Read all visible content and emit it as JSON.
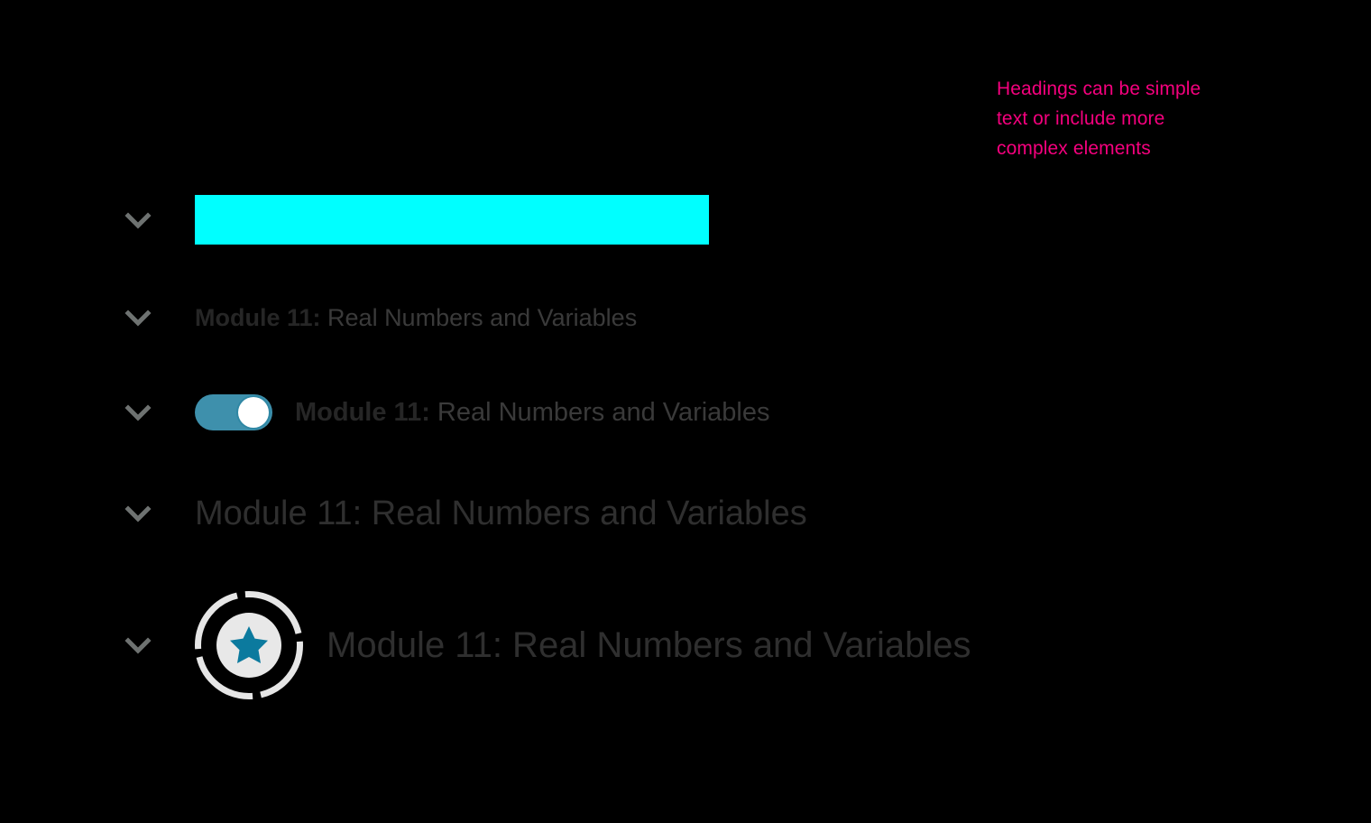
{
  "annotation": {
    "lines": [
      "Headings can be simple",
      "text or include more",
      "complex elements"
    ],
    "color": "#f5007e"
  },
  "colors": {
    "background": "#000000",
    "redaction_bar": "#00ffff",
    "toggle_on": "#3e90ac",
    "toggle_knob": "#ffffff",
    "badge_ring": "#e6e6e6",
    "badge_inner_circle": "#e8e8e8",
    "star": "#0b7a9e",
    "chevron": "#6e7271",
    "text_strong": "#262626",
    "text_normal": "#3a3a3a"
  },
  "rows": [
    {
      "id": "row-redacted",
      "chevron_icon": "chevron-down-icon",
      "content_type": "redaction-bar",
      "label": ""
    },
    {
      "id": "row-text-small",
      "chevron_icon": "chevron-down-icon",
      "content_type": "text",
      "label_strong": "Module 11:",
      "label_normal": " Real Numbers and Variables"
    },
    {
      "id": "row-toggle",
      "chevron_icon": "chevron-down-icon",
      "content_type": "toggle-and-text",
      "toggle_state": "on",
      "label_strong": "Module 11:",
      "label_normal": " Real Numbers and Variables"
    },
    {
      "id": "row-text-large",
      "chevron_icon": "chevron-down-icon",
      "content_type": "text",
      "label": "Module 11: Real Numbers and Variables"
    },
    {
      "id": "row-badge",
      "chevron_icon": "chevron-down-icon",
      "content_type": "badge-and-text",
      "badge_icon": "star-badge-icon",
      "label": "Module 11: Real Numbers and Variables"
    }
  ]
}
